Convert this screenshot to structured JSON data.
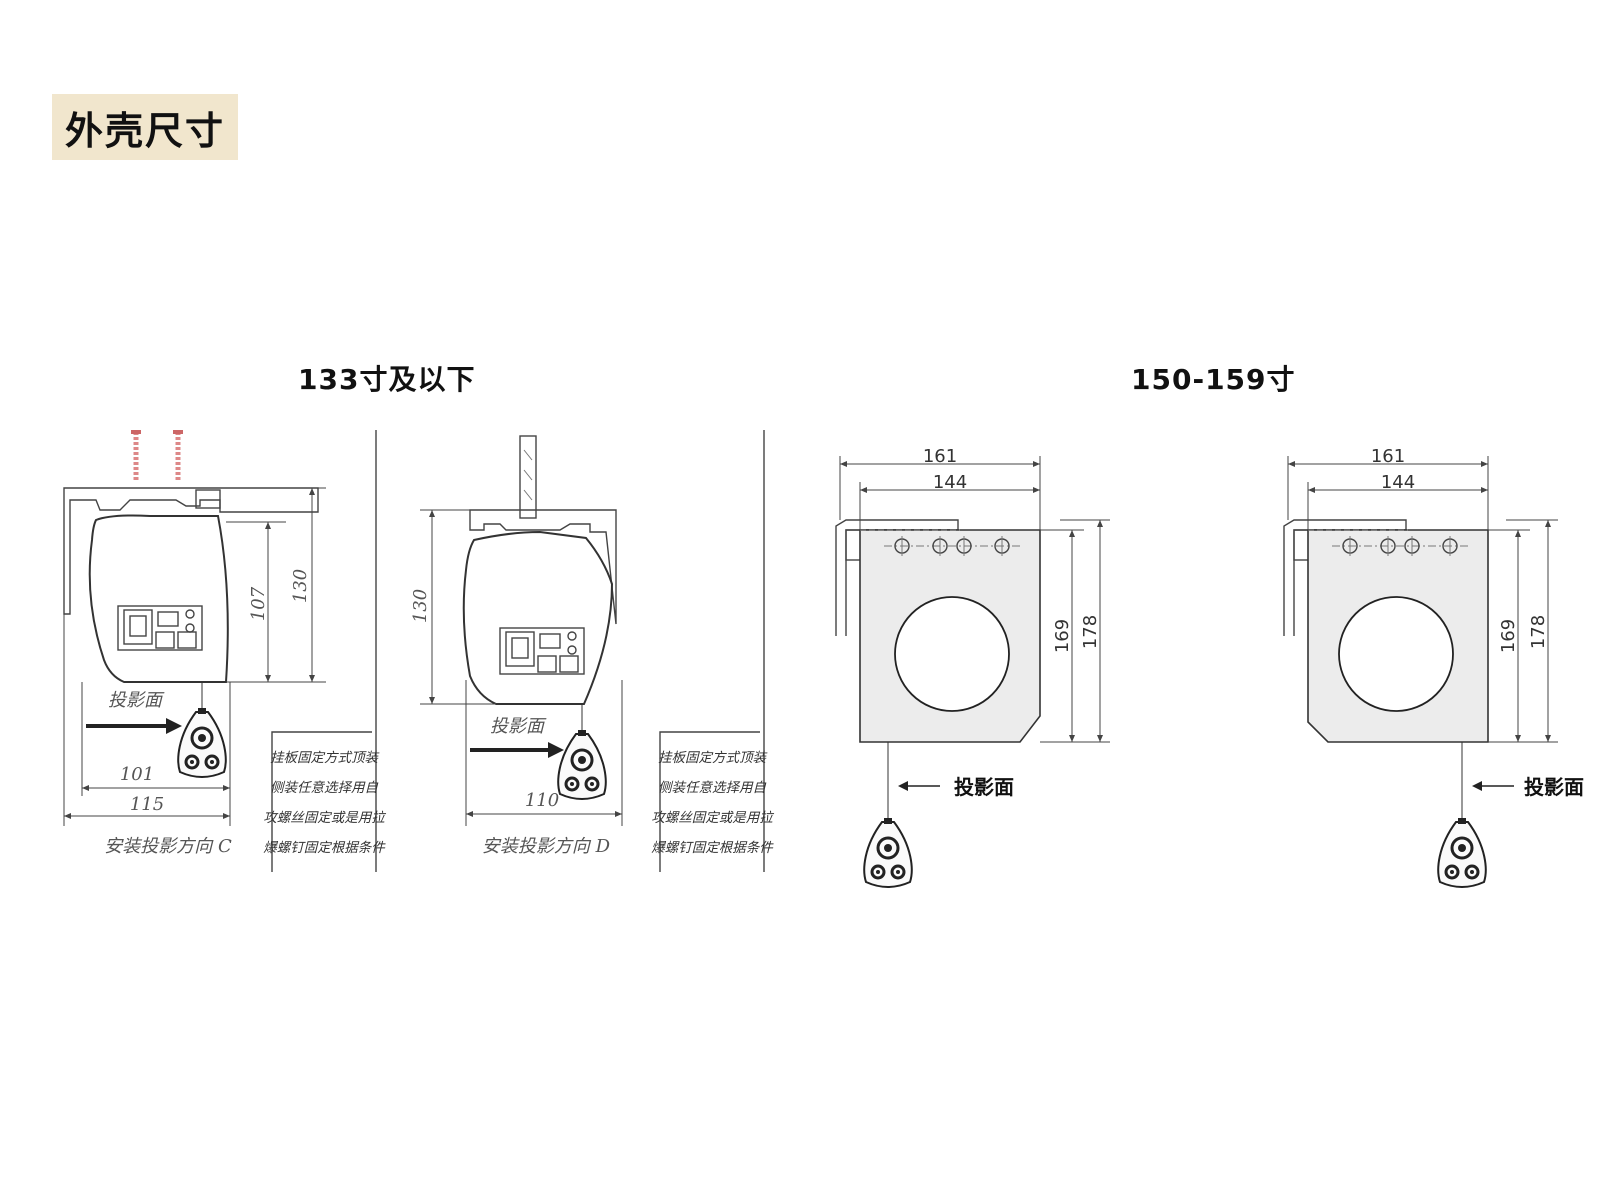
{
  "page_title": "外壳尺寸",
  "sections": [
    {
      "title": "133寸及以下"
    },
    {
      "title": "150-159寸"
    }
  ],
  "drawing_c": {
    "dim_height_outer": "130",
    "dim_height_inner": "107",
    "dim_width_inner": "101",
    "dim_width_outer": "115",
    "projection_label": "投影面",
    "caption": "安装投影方向 C"
  },
  "drawing_d": {
    "dim_height": "130",
    "dim_width": "110",
    "projection_label": "投影面",
    "caption": "安装投影方向 D"
  },
  "mounting_note": {
    "lines": [
      "挂板固定方式顶装",
      "侧装任意选择用自",
      "攻螺丝固定或是用拉",
      "爆螺钉固定根据条件"
    ]
  },
  "side_view_1": {
    "dim_top_outer": "161",
    "dim_top_inner": "144",
    "dim_height_inner": "169",
    "dim_height_outer": "178",
    "projection_label": "投影面"
  },
  "side_view_2": {
    "dim_top_outer": "161",
    "dim_top_inner": "144",
    "dim_height_inner": "169",
    "dim_height_outer": "178",
    "projection_label": "投影面"
  }
}
